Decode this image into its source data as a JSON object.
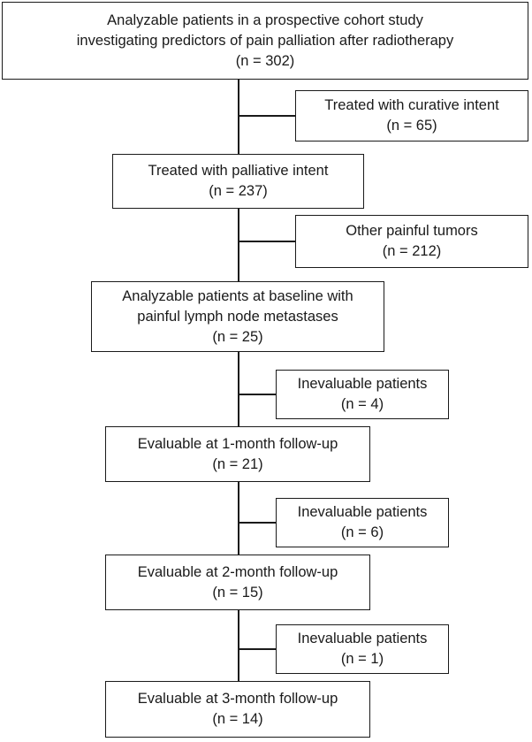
{
  "flowchart": {
    "cohort": {
      "lines": [
        "Analyzable patients in a prospective cohort study",
        "investigating predictors of pain palliation after radiotherapy"
      ],
      "n": "(n = 302)"
    },
    "curative": {
      "lines": [
        "Treated with curative intent"
      ],
      "n": "(n = 65)"
    },
    "palliative": {
      "lines": [
        "Treated with palliative intent"
      ],
      "n": "(n = 237)"
    },
    "other_tumors": {
      "lines": [
        "Other painful tumors"
      ],
      "n": "(n = 212)"
    },
    "baseline": {
      "lines": [
        "Analyzable patients at baseline with",
        "painful lymph node metastases"
      ],
      "n": "(n = 25)"
    },
    "inevaluable_1": {
      "lines": [
        "Inevaluable patients"
      ],
      "n": "(n = 4)"
    },
    "month1": {
      "lines": [
        "Evaluable at 1-month follow-up"
      ],
      "n": "(n = 21)"
    },
    "inevaluable_2": {
      "lines": [
        "Inevaluable patients"
      ],
      "n": "(n = 6)"
    },
    "month2": {
      "lines": [
        "Evaluable at 2-month follow-up"
      ],
      "n": "(n = 15)"
    },
    "inevaluable_3": {
      "lines": [
        "Inevaluable patients"
      ],
      "n": "(n = 1)"
    },
    "month3": {
      "lines": [
        "Evaluable at 3-month follow-up"
      ],
      "n": "(n = 14)"
    }
  }
}
